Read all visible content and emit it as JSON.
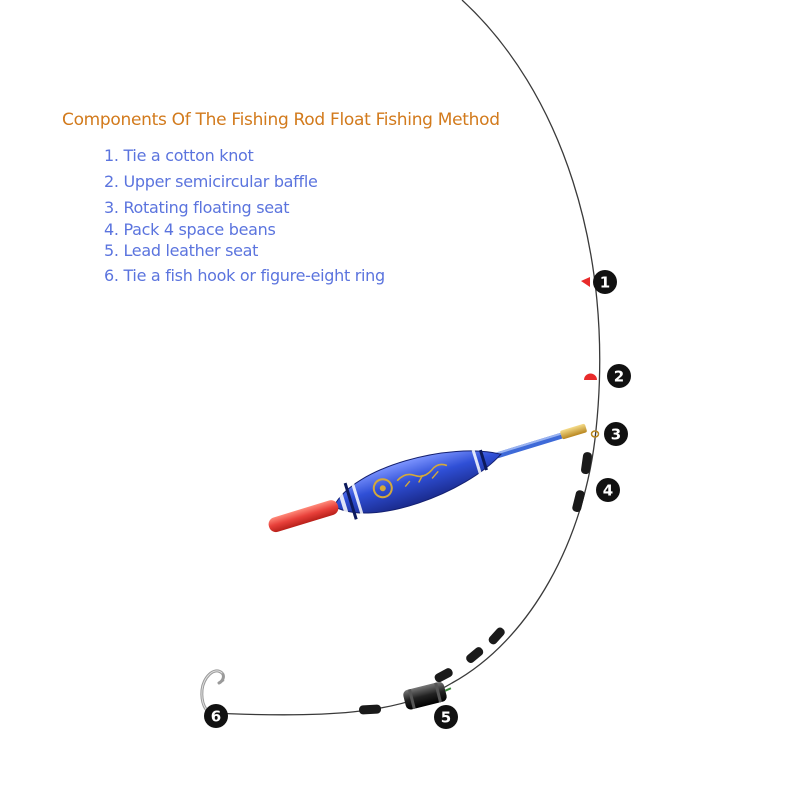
{
  "title": "Components Of The Fishing Rod Float Fishing Method",
  "legend_items": [
    "1. Tie a cotton knot",
    "2. Upper semicircular baffle",
    "3. Rotating floating seat",
    "4. Pack 4 space beans",
    "5. Lead leather seat",
    "6. Tie a fish hook or figure-eight ring"
  ],
  "callouts": [
    "1",
    "2",
    "3",
    "4",
    "5",
    "6"
  ],
  "colors": {
    "title": "#d27a1c",
    "legend": "#5b74de",
    "float_body": "#2f4fd6",
    "float_tip": "#e8403a",
    "baffle": "#e82a2a",
    "line": "#3a3a3a",
    "bean": "#1a1a1a"
  }
}
